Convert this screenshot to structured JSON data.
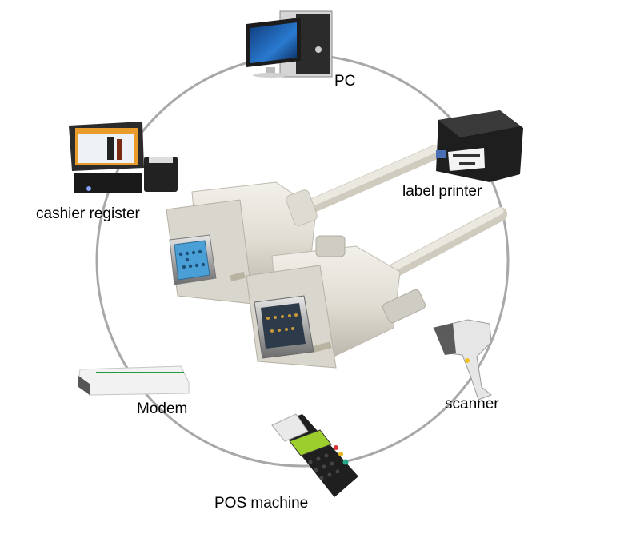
{
  "diagram": {
    "title": "RS232 serial cable connections",
    "center": {
      "name": "DB9 serial cable",
      "connectors": [
        "female DB9",
        "male DB9"
      ]
    },
    "ring_color": "#a8a8a8",
    "cable_color": "#e6e3da",
    "devices": [
      {
        "id": "pc",
        "label": "PC",
        "icon": "desktop-computer-icon"
      },
      {
        "id": "label-printer",
        "label": "label printer",
        "icon": "label-printer-icon"
      },
      {
        "id": "scanner",
        "label": "scanner",
        "icon": "barcode-scanner-icon"
      },
      {
        "id": "pos-machine",
        "label": "POS machine",
        "icon": "pos-terminal-icon"
      },
      {
        "id": "modem",
        "label": "Modem",
        "icon": "modem-icon"
      },
      {
        "id": "cashier-register",
        "label": "cashier register",
        "icon": "cash-register-icon"
      }
    ]
  }
}
